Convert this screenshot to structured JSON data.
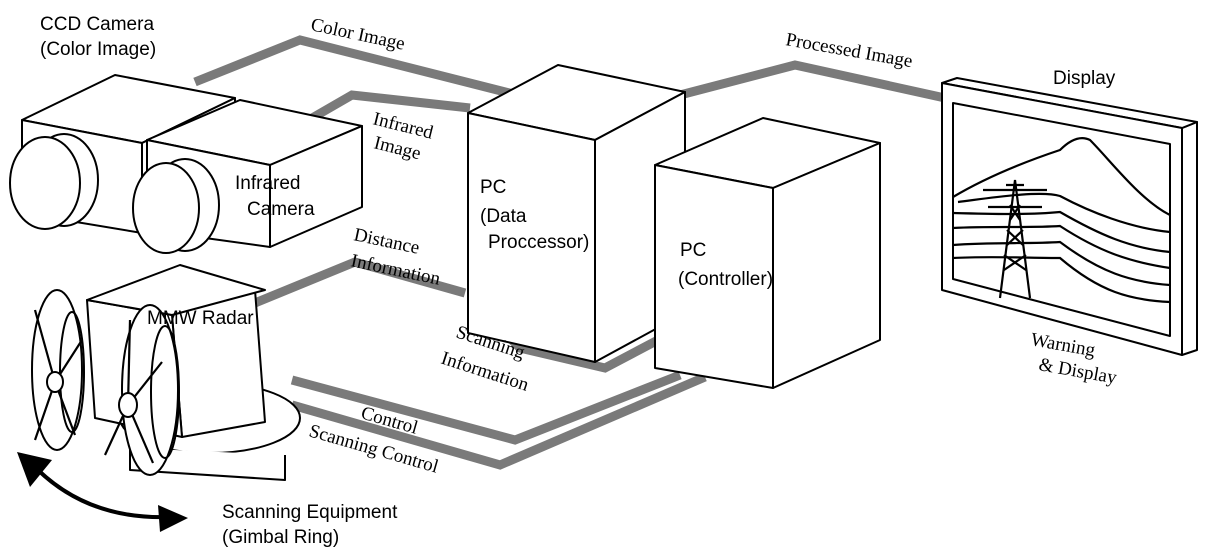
{
  "components": {
    "ccd_camera": {
      "line1": "CCD Camera",
      "line2": "(Color Image)"
    },
    "infrared_camera": {
      "line1": "Infrared",
      "line2": "Camera"
    },
    "pc_data": {
      "line1": "PC",
      "line2": "(Data",
      "line3": "Proccessor)"
    },
    "pc_controller": {
      "line1": "PC",
      "line2": "(Controller)"
    },
    "display": {
      "title": "Display"
    },
    "radar": {
      "title": "MMW Radar"
    },
    "scanning_equipment": {
      "line1": "Scanning Equipment",
      "line2": "(Gimbal Ring)"
    }
  },
  "links": {
    "color_image": "Color Image",
    "infrared_image_1": "Infrared",
    "infrared_image_2": "Image",
    "processed_image": "Processed Image",
    "distance_1": "Distance",
    "distance_2": "Information",
    "scanning_info_1": "Scanning",
    "scanning_info_2": "Information",
    "control": "Control",
    "scanning_control": "Scanning Control",
    "warning_1": "Warning",
    "warning_2": "& Display"
  },
  "colors": {
    "cable": "#7a7a7a",
    "outline": "#000000",
    "fill": "#ffffff"
  }
}
